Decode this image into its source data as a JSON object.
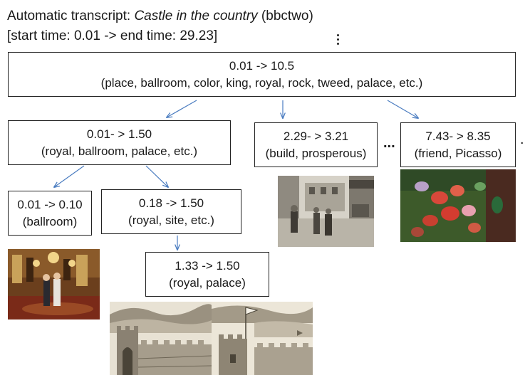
{
  "header": {
    "prefix": "Automatic transcript: ",
    "program": "Castle in the country",
    "channel": " (bbctwo)",
    "time_range": "[start time: 0.01 -> end time: 29.23]"
  },
  "nodes": {
    "root": {
      "time": "0.01 -> 10.5",
      "keywords": "(place, ballroom, color, king, royal, rock, tweed, palace, etc.)"
    },
    "seg_a": {
      "time": "0.01-  > 1.50",
      "keywords": "(royal, ballroom, palace, etc.)"
    },
    "seg_b": {
      "time": "2.29-  > 3.21",
      "keywords": "(build, prosperous)"
    },
    "seg_c": {
      "time": "7.43-  > 8.35",
      "keywords": "(friend, Picasso)"
    },
    "seg_a1": {
      "time": "0.01 -> 0.10",
      "keywords": "(ballroom)"
    },
    "seg_a2": {
      "time": "0.18 -> 1.50",
      "keywords": "(royal, site, etc.)"
    },
    "seg_a2a": {
      "time": "1.33 -> 1.50",
      "keywords": "(royal, palace)"
    }
  },
  "ellipsis": "...",
  "trailing_dot": ".",
  "colors": {
    "arrow": "#4a7cc0",
    "box_border": "#222222",
    "text": "#1a1a1a"
  },
  "images": [
    {
      "name": "ballroom-photo",
      "depicts": "two people standing in an ornate ballroom"
    },
    {
      "name": "market-engraving",
      "depicts": "sepia engraving of a medieval market street"
    },
    {
      "name": "flowers-painting",
      "depicts": "painting of red and pink flowers on green background"
    },
    {
      "name": "castle-sketch-1",
      "depicts": "sepia sketch of castle walls and tower"
    },
    {
      "name": "castle-sketch-2",
      "depicts": "sepia sketch of castle battlements with flag"
    }
  ]
}
